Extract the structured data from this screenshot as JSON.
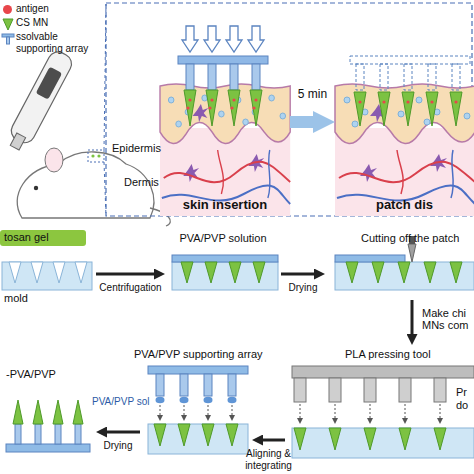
{
  "diagram": {
    "nodes": [
      {
        "text": [
          "skin insertion"
        ]
      },
      {
        "text": [
          "patch dis"
        ]
      },
      {
        "text": [
          "tosan gel"
        ]
      },
      {
        "text": [
          "mold"
        ]
      },
      {
        "text": [
          "PVA/PVP solution"
        ]
      },
      {
        "text": [
          "Cutting off the patch"
        ]
      },
      {
        "text": [
          "PLA pressing tool"
        ]
      },
      {
        "text": [
          "PVA/PVP supporting array"
        ]
      },
      {
        "text": [
          "-PVA/PVP"
        ]
      }
    ],
    "edges": [
      {
        "from": 0,
        "to": 1,
        "label": "5 min",
        "arrow": "to"
      },
      {
        "from": 3,
        "to": 4,
        "label": "Centrifugation",
        "arrow": "to"
      },
      {
        "from": 4,
        "to": 5,
        "label": "Drying",
        "arrow": "to"
      },
      {
        "from": 5,
        "to": 6,
        "label": "Make chi MNs com",
        "arrow": "to"
      },
      {
        "from": 6,
        "to": 7,
        "label": "Aligning & integrating",
        "arrow": "to"
      },
      {
        "from": 7,
        "to": 8,
        "label": "Drying",
        "arrow": "to"
      }
    ],
    "labels": [
      "Epidermis",
      "Dermis",
      "PVA/PVP sol",
      "Pr do"
    ],
    "legend": [
      {
        "text": "antigen",
        "color": "#e8464b"
      },
      {
        "text": "CS MN"
      },
      {
        "text": "ssolvable supporting array"
      }
    ]
  }
}
